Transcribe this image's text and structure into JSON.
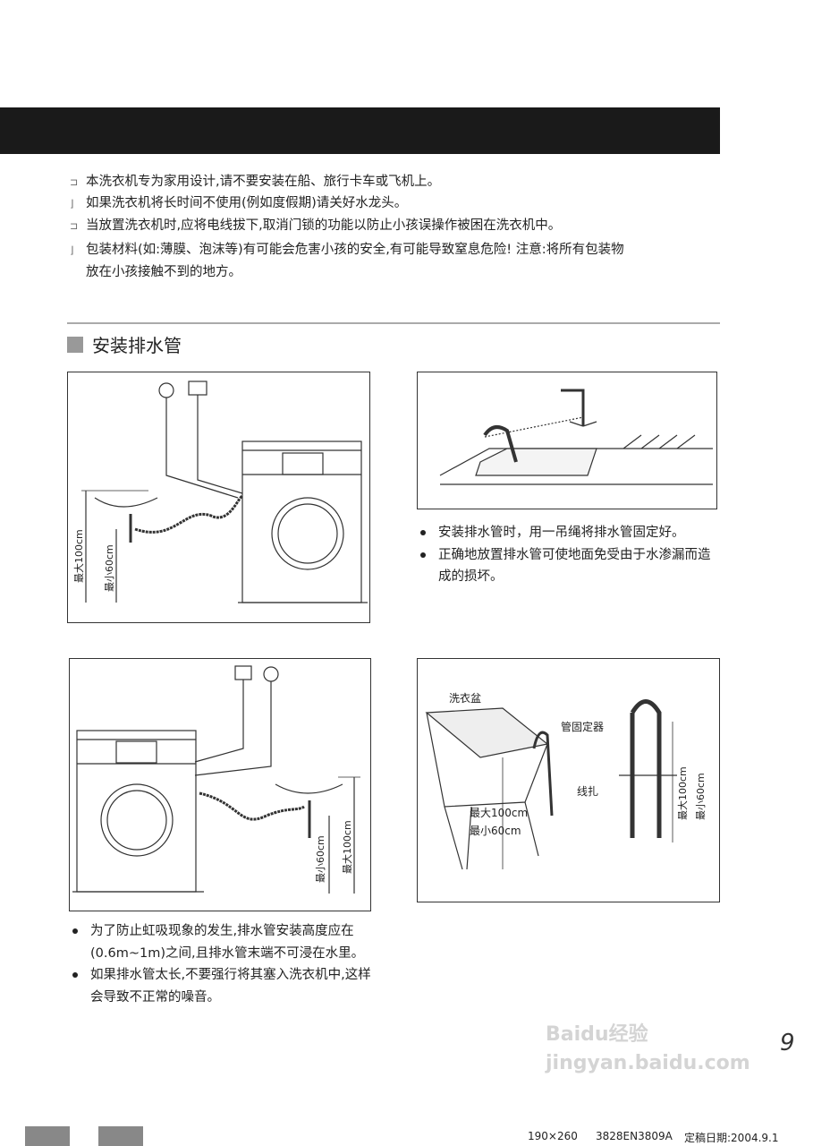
{
  "notes": [
    "本洗衣机专为家用设计,请不要安装在船、旅行卡车或飞机上。",
    "如果洗衣机将长时间不使用(例如度假期)请关好水龙头。",
    "当放置洗衣机时,应将电线拔下,取消门锁的功能以防止小孩误操作被困在洗衣机中。",
    "包装材料(如:薄膜、泡沫等)有可能会危害小孩的安全,有可能导致窒息危险! 注意:将所有包装物",
    "放在小孩接触不到的地方。"
  ],
  "section_title": "安装排水管",
  "figure_labels": {
    "max": "最大100cm",
    "min": "最小60cm",
    "tub": "洗衣盆",
    "holder": "管固定器",
    "tie": "线扎"
  },
  "right_bullets": [
    "安装排水管时，用一吊绳将排水管固定好。",
    "正确地放置排水管可使地面免受由于水渗漏而造成的损坏。"
  ],
  "left_bullets": [
    "为了防止虹吸现象的发生,排水管安装高度应在(0.6m~1m)之间,且排水管末端不可浸在水里。",
    "如果排水管太长,不要强行将其塞入洗衣机中,这样会导致不正常的噪音。"
  ],
  "page_number": "9",
  "watermark": "Baidu经验 jingyan.baidu.com",
  "footer": {
    "size": "190×260",
    "code": "3828EN3809A",
    "date": "定稿日期:2004.9.1"
  }
}
